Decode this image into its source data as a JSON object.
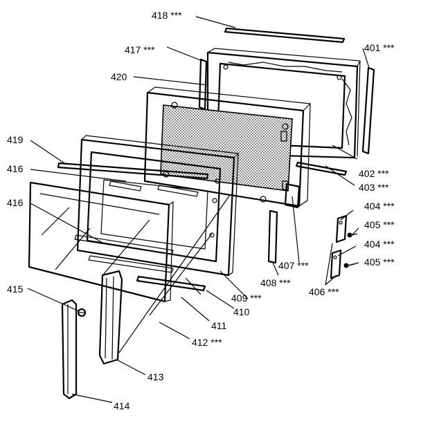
{
  "callouts": [
    {
      "id": "c418",
      "text": "418 ***"
    },
    {
      "id": "c417",
      "text": "417 ***"
    },
    {
      "id": "c401",
      "text": "401 ***"
    },
    {
      "id": "c420",
      "text": "420"
    },
    {
      "id": "c419",
      "text": "419"
    },
    {
      "id": "c416a",
      "text": "416"
    },
    {
      "id": "c416b",
      "text": "416"
    },
    {
      "id": "c402",
      "text": "402 ***"
    },
    {
      "id": "c403",
      "text": "403 ***"
    },
    {
      "id": "c404a",
      "text": "404 ***"
    },
    {
      "id": "c405a",
      "text": "405 ***"
    },
    {
      "id": "c404b",
      "text": "404 ***"
    },
    {
      "id": "c405b",
      "text": "405 ***"
    },
    {
      "id": "c407",
      "text": "407 ***"
    },
    {
      "id": "c406",
      "text": "406 ***"
    },
    {
      "id": "c408",
      "text": "408 ***"
    },
    {
      "id": "c409",
      "text": "409 ***"
    },
    {
      "id": "c410",
      "text": "410"
    },
    {
      "id": "c411",
      "text": "411"
    },
    {
      "id": "c412",
      "text": "412 ***"
    },
    {
      "id": "c415",
      "text": "415"
    },
    {
      "id": "c413",
      "text": "413"
    },
    {
      "id": "c414",
      "text": "414"
    }
  ]
}
